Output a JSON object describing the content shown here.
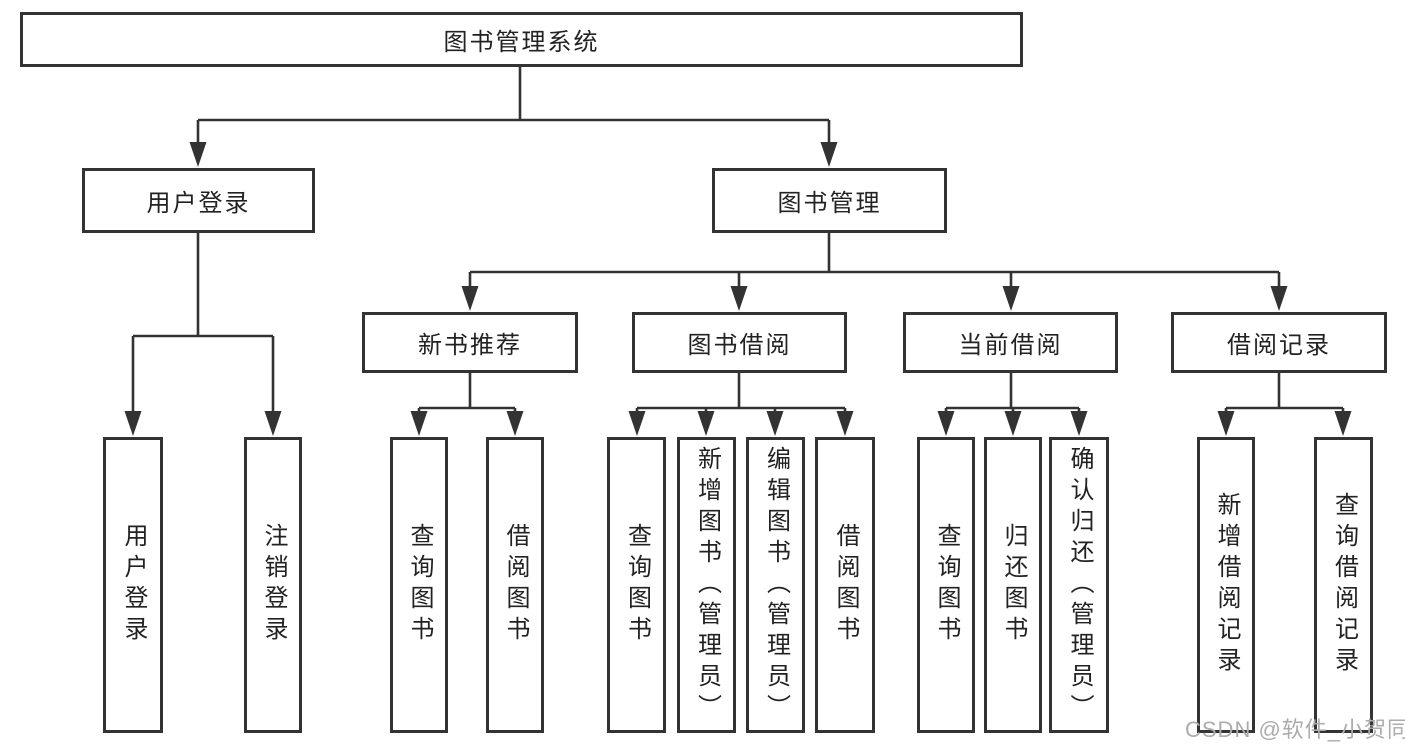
{
  "diagram": {
    "root": {
      "label": "图书管理系统"
    },
    "children": {
      "user_login": {
        "label": "用户登录",
        "children": {
          "login": {
            "label": "用户登录"
          },
          "logout": {
            "label": "注销登录"
          }
        }
      },
      "book_mgmt": {
        "label": "图书管理",
        "children": {
          "new_book_rec": {
            "label": "新书推荐",
            "children": {
              "query_book": {
                "label": "查询图书"
              },
              "borrow_book": {
                "label": "借阅图书"
              }
            }
          },
          "book_borrow": {
            "label": "图书借阅",
            "children": {
              "query_book": {
                "label": "查询图书"
              },
              "add_book": {
                "label": "新增图书（管理员）"
              },
              "edit_book": {
                "label": "编辑图书（管理员）"
              },
              "borrow_book": {
                "label": "借阅图书"
              }
            }
          },
          "current_borrow": {
            "label": "当前借阅",
            "children": {
              "query_book": {
                "label": "查询图书"
              },
              "return_book": {
                "label": "归还图书"
              },
              "confirm_return": {
                "label": "确认归还（管理员）"
              }
            }
          },
          "borrow_record": {
            "label": "借阅记录",
            "children": {
              "add_record": {
                "label": "新增借阅记录"
              },
              "query_record": {
                "label": "查询借阅记录"
              }
            }
          }
        }
      }
    }
  },
  "watermark": {
    "text": "CSDN @软件_小贺同学"
  },
  "colors": {
    "line": "#333333",
    "text": "#222222",
    "watermark": "#acacac",
    "background": "#ffffff"
  }
}
